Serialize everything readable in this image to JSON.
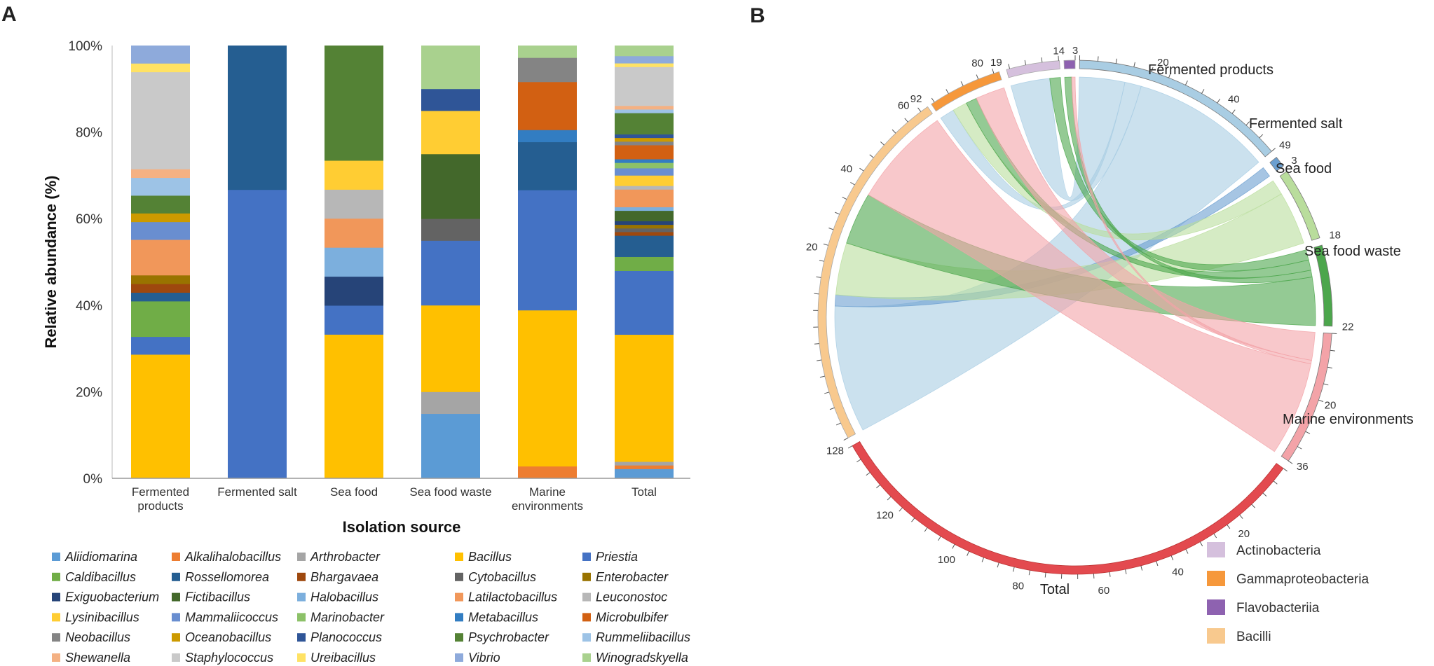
{
  "panels": {
    "a_letter": "A",
    "b_letter": "B"
  },
  "chart_data": [
    {
      "type": "bar",
      "stacked": true,
      "percent": true,
      "xlabel": "Isolation source",
      "ylabel": "Relative abundance (%)",
      "ylim": [
        0,
        100
      ],
      "yticks": [
        "0%",
        "20%",
        "40%",
        "60%",
        "80%",
        "100%"
      ],
      "grid": false,
      "legend_position": "bottom",
      "categories": [
        [
          "Fermented",
          "products"
        ],
        [
          "Fermented salt"
        ],
        [
          "Sea food"
        ],
        [
          "Sea food waste"
        ],
        [
          "Marine",
          "environments"
        ],
        [
          "Total"
        ]
      ],
      "series": [
        {
          "name": "Aliidiomarina",
          "color": "#5b9bd5",
          "values": [
            0,
            0,
            0,
            13.6,
            0,
            2.1
          ]
        },
        {
          "name": "Alkalihalobacillus",
          "color": "#ed7d31",
          "values": [
            0,
            0,
            0,
            0,
            2.8,
            0.8
          ]
        },
        {
          "name": "Arthrobacter",
          "color": "#a5a5a5",
          "values": [
            0,
            0,
            0,
            4.6,
            0,
            0.8
          ]
        },
        {
          "name": "Bacillus",
          "color": "#ffc000",
          "values": [
            28.6,
            0,
            27.8,
            18.2,
            36.1,
            28.1
          ]
        },
        {
          "name": "Priestia",
          "color": "#4472c4",
          "values": [
            4.1,
            66.7,
            5.6,
            13.6,
            27.8,
            14.1
          ]
        },
        {
          "name": "Caldibacillus",
          "color": "#70ad47",
          "values": [
            8.2,
            0,
            0,
            0,
            0,
            3.1
          ]
        },
        {
          "name": "Rossellomorea",
          "color": "#255e91",
          "values": [
            2.0,
            33.3,
            0,
            0,
            11.1,
            4.7
          ]
        },
        {
          "name": "Bhargavaea",
          "color": "#9e480e",
          "values": [
            2.0,
            0,
            0,
            0,
            0,
            0.8
          ]
        },
        {
          "name": "Cytobacillus",
          "color": "#636363",
          "values": [
            0,
            0,
            0,
            4.6,
            0,
            0.8
          ]
        },
        {
          "name": "Enterobacter",
          "color": "#997300",
          "values": [
            2.0,
            0,
            0,
            0,
            0,
            0.8
          ]
        },
        {
          "name": "Exiguobacterium",
          "color": "#264478",
          "values": [
            0,
            0,
            5.6,
            0,
            0,
            0.8
          ]
        },
        {
          "name": "Fictibacillus",
          "color": "#43682b",
          "values": [
            0,
            0,
            0,
            13.6,
            0,
            2.3
          ]
        },
        {
          "name": "Halobacillus",
          "color": "#7cafdd",
          "values": [
            0,
            0,
            5.6,
            0,
            0,
            0.8
          ]
        },
        {
          "name": "Latilactobacillus",
          "color": "#f1975a",
          "values": [
            8.2,
            0,
            5.6,
            0,
            0,
            3.9
          ]
        },
        {
          "name": "Leuconostoc",
          "color": "#b7b7b7",
          "values": [
            0,
            0,
            5.6,
            0,
            0,
            0.8
          ]
        },
        {
          "name": "Lysinibacillus",
          "color": "#ffcd33",
          "values": [
            0,
            0,
            5.6,
            9.1,
            0,
            2.3
          ]
        },
        {
          "name": "Mammaliicoccus",
          "color": "#698ed0",
          "values": [
            4.1,
            0,
            0,
            0,
            0,
            1.6
          ]
        },
        {
          "name": "Marinobacter",
          "color": "#8cc168",
          "values": [
            0,
            0,
            0,
            0,
            0,
            1.2
          ]
        },
        {
          "name": "Metabacillus",
          "color": "#327dc2",
          "values": [
            0,
            0,
            0,
            0,
            2.8,
            0.8
          ]
        },
        {
          "name": "Microbulbifer",
          "color": "#d26012",
          "values": [
            0,
            0,
            0,
            0,
            11.1,
            3.1
          ]
        },
        {
          "name": "Neobacillus",
          "color": "#848484",
          "values": [
            0,
            0,
            0,
            0,
            5.6,
            0.8
          ]
        },
        {
          "name": "Oceanobacillus",
          "color": "#cc9a00",
          "values": [
            2.0,
            0,
            0,
            0,
            0,
            0.8
          ]
        },
        {
          "name": "Planococcus",
          "color": "#2f5597",
          "values": [
            0,
            0,
            0,
            4.6,
            0,
            0.8
          ]
        },
        {
          "name": "Psychrobacter",
          "color": "#548235",
          "values": [
            4.1,
            0,
            22.2,
            0,
            0,
            4.7
          ]
        },
        {
          "name": "Rummeliibacillus",
          "color": "#9dc3e6",
          "values": [
            4.1,
            0,
            0,
            0,
            0,
            0.8
          ]
        },
        {
          "name": "Shewanella",
          "color": "#f4b183",
          "values": [
            2.0,
            0,
            0,
            0,
            0,
            0.8
          ]
        },
        {
          "name": "Staphylococcus",
          "color": "#c9c9c9",
          "values": [
            22.4,
            0,
            0,
            0,
            0,
            8.6
          ]
        },
        {
          "name": "Ureibacillus",
          "color": "#ffe264",
          "values": [
            2.0,
            0,
            0,
            0,
            0,
            0.8
          ]
        },
        {
          "name": "Vibrio",
          "color": "#8eaadb",
          "values": [
            4.1,
            0,
            0,
            0,
            0,
            1.6
          ]
        },
        {
          "name": "Winogradskyella",
          "color": "#a9d18e",
          "values": [
            0,
            0,
            0,
            9.1,
            2.8,
            2.3
          ]
        }
      ]
    },
    {
      "type": "chord",
      "sources": [
        {
          "name": "Fermented products",
          "total": 49,
          "color": "#a9cde3"
        },
        {
          "name": "Fermented salt",
          "total": 3,
          "color": "#6b9fd0"
        },
        {
          "name": "Sea food",
          "total": 18,
          "color": "#b9dd9c"
        },
        {
          "name": "Sea food waste",
          "total": 22,
          "color": "#4ca64c"
        },
        {
          "name": "Marine environments",
          "total": 36,
          "color": "#f3a3a8"
        }
      ],
      "total": {
        "name": "Total",
        "value": 128,
        "color": "#e34a4f"
      },
      "classes": [
        {
          "name": "Actinobacteria",
          "color": "#d5c0dd"
        },
        {
          "name": "Gammaproteobacteria",
          "color": "#f6983b"
        },
        {
          "name": "Flavobacteriia",
          "color": "#8e62b0"
        },
        {
          "name": "Bacilli",
          "color": "#f8c98e"
        }
      ],
      "class_totals": [
        {
          "class": "Bacilli",
          "value": 92
        },
        {
          "class": "Gammaproteobacteria",
          "value": 19
        },
        {
          "class": "Actinobacteria",
          "value": 14
        },
        {
          "class": "Flavobacteriia",
          "value": 3
        }
      ],
      "flows": [
        {
          "source": "Fermented products",
          "class": "Actinobacteria",
          "value": 11
        },
        {
          "source": "Fermented products",
          "class": "Gammaproteobacteria",
          "value": 4
        },
        {
          "source": "Fermented products",
          "class": "Bacilli",
          "value": 34
        },
        {
          "source": "Fermented salt",
          "class": "Bacilli",
          "value": 3
        },
        {
          "source": "Sea food",
          "class": "Gammaproteobacteria",
          "value": 4
        },
        {
          "source": "Sea food",
          "class": "Bacilli",
          "value": 14
        },
        {
          "source": "Sea food waste",
          "class": "Actinobacteria",
          "value": 3
        },
        {
          "source": "Sea food waste",
          "class": "Gammaproteobacteria",
          "value": 3
        },
        {
          "source": "Sea food waste",
          "class": "Flavobacteriia",
          "value": 2
        },
        {
          "source": "Sea food waste",
          "class": "Bacilli",
          "value": 14
        },
        {
          "source": "Marine environments",
          "class": "Gammaproteobacteria",
          "value": 8
        },
        {
          "source": "Marine environments",
          "class": "Flavobacteriia",
          "value": 1
        },
        {
          "source": "Marine environments",
          "class": "Bacilli",
          "value": 27
        }
      ],
      "tick_labels": {
        "ring_left": [
          "20",
          "40",
          "60",
          "80"
        ],
        "total_arc": [
          "20",
          "40",
          "60",
          "80",
          "100",
          "120"
        ],
        "fermented_products": [
          "20",
          "40"
        ],
        "marine": [
          "20"
        ]
      },
      "end_labels": {
        "fermented_products": "49",
        "fermented_salt": "3",
        "sea_food": "18",
        "sea_food_waste": "22",
        "marine": "36",
        "total": "128",
        "bacilli": "92",
        "gamma": "19",
        "actino": "14",
        "flavo": "3"
      }
    }
  ]
}
